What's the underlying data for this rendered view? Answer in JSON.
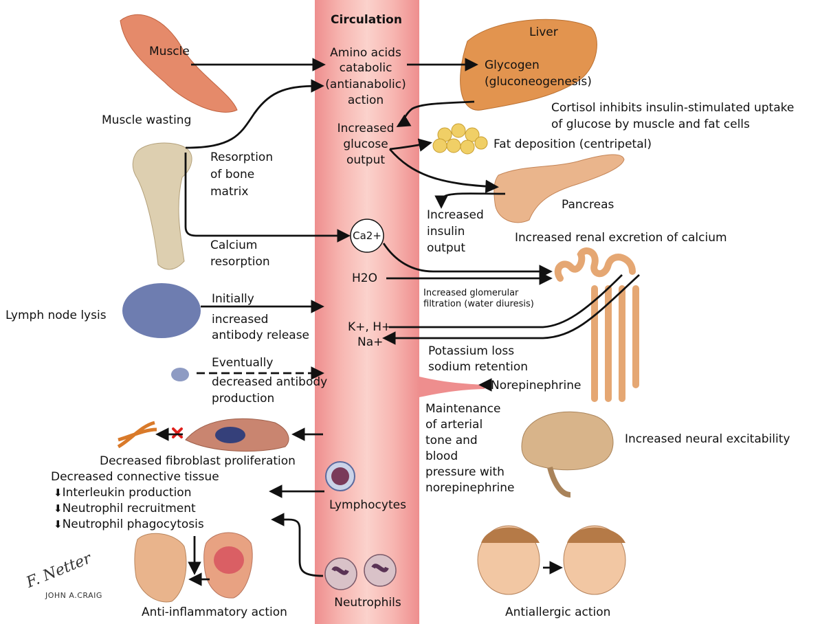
{
  "colors": {
    "circulation": "#f19a9a",
    "muscle": "#e58a6a",
    "liver": "#e2944f",
    "bone": "#ddcfb0",
    "fat": "#f0cf66",
    "pancreas": "#eab58c",
    "kidney": "#e5a773",
    "brain": "#d8b48a",
    "lymph": "#4a5d9c",
    "fibroblast": "#c98570",
    "arrow": "#111111",
    "x_mark": "#e0201c"
  },
  "circulation": {
    "title": "Circulation",
    "amino_acids": "Amino acids",
    "catabolic": "catabolic",
    "antianabolic": "(antianabolic)",
    "action": "action",
    "increased": "Increased",
    "glucose": "glucose",
    "output": "output",
    "calcium_ion": "Ca2+",
    "water": "H2O",
    "k_h": "K+, H+",
    "na": "Na+",
    "lymphocytes": "Lymphocytes",
    "neutrophils": "Neutrophils"
  },
  "left": {
    "muscle": "Muscle",
    "muscle_wasting": "Muscle wasting",
    "resorption_1": "Resorption",
    "resorption_2": "of bone",
    "resorption_3": "matrix",
    "calcium_1": "Calcium",
    "calcium_2": "resorption",
    "lymph_node_lysis": "Lymph node lysis",
    "initially": "Initially",
    "initially_2": "increased",
    "initially_3": "antibody release",
    "eventually": "Eventually",
    "eventually_2": "decreased antibody",
    "eventually_3": "production",
    "fibroblast": "Decreased fibroblast proliferation",
    "connective": "Decreased connective tissue",
    "interleukin": "Interleukin production",
    "neutrophil_recruitment": "Neutrophil recruitment",
    "neutrophil_phagocytosis": "Neutrophil phagocytosis",
    "anti_inflammatory": "Anti-inflammatory action",
    "signature_1": "F. Netter",
    "signature_2": "JOHN A.CRAIG"
  },
  "right": {
    "liver": "Liver",
    "glycogen": "Glycogen",
    "gluconeogenesis": "(gluconeogenesis)",
    "cortisol_1": "Cortisol inhibits insulin-stimulated uptake",
    "cortisol_2": "of glucose by muscle and fat cells",
    "fat": "Fat deposition (centripetal)",
    "pancreas": "Pancreas",
    "insulin_1": "Increased",
    "insulin_2": "insulin",
    "insulin_3": "output",
    "renal": "Increased renal excretion of calcium",
    "glomerular_1": "Increased glomerular",
    "glomerular_2": "filtration (water diuresis)",
    "potassium_1": "Potassium loss",
    "potassium_2": "sodium retention",
    "norepinephrine": "Norepinephrine",
    "maint_1": "Maintenance",
    "maint_2": "of arterial",
    "maint_3": "tone and",
    "maint_4": "blood",
    "maint_5": "pressure with",
    "maint_6": "norepinephrine",
    "neural": "Increased neural excitability",
    "antiallergic": "Antiallergic action"
  }
}
